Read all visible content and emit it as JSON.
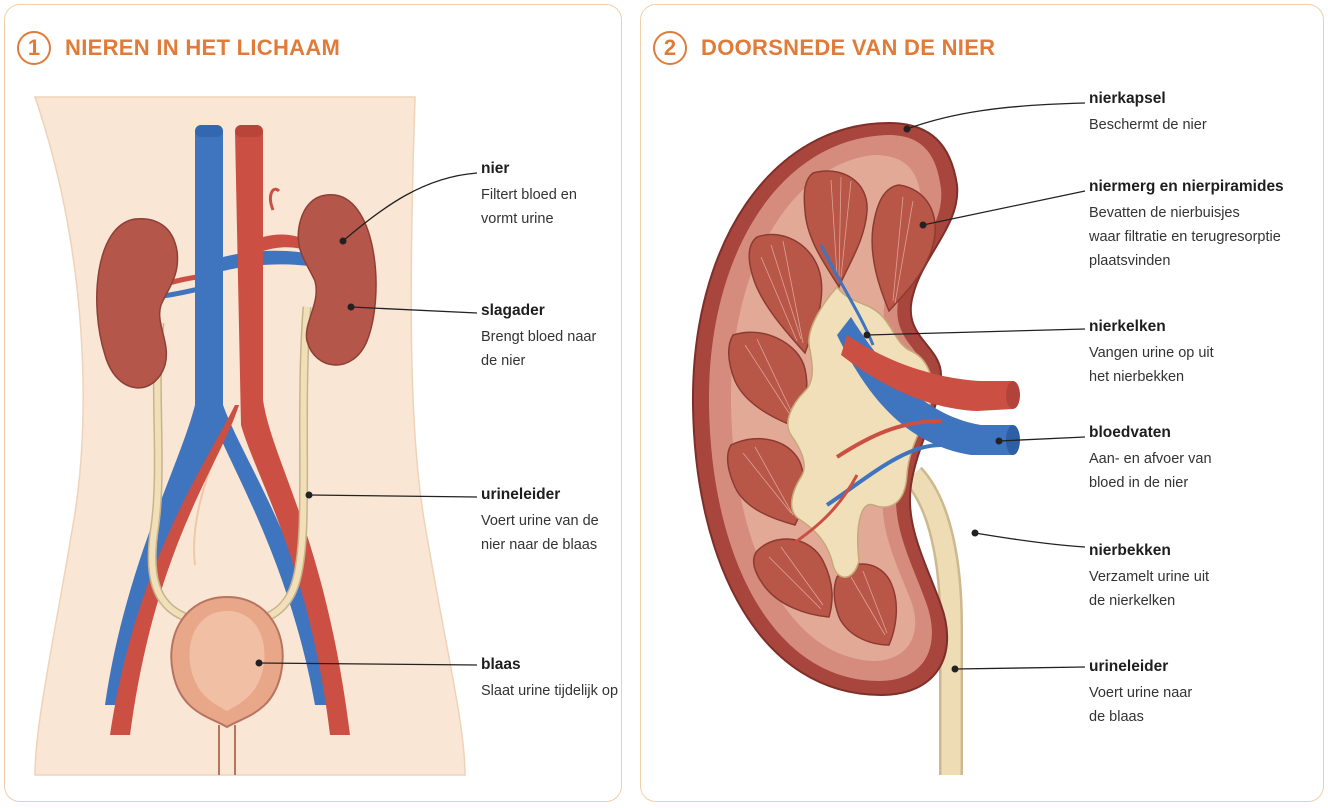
{
  "panels": [
    {
      "number": "1",
      "title": "NIEREN IN HET LICHAAM",
      "labels": [
        {
          "name": "nier",
          "desc": "Filtert bloed en\nvormt urine"
        },
        {
          "name": "slagader",
          "desc": "Brengt bloed naar\nde nier"
        },
        {
          "name": "urineleider",
          "desc": "Voert urine van de\nnier naar de blaas"
        },
        {
          "name": "blaas",
          "desc": "Slaat urine tijdelijk op"
        }
      ]
    },
    {
      "number": "2",
      "title": "DOORSNEDE VAN DE NIER",
      "labels": [
        {
          "name": "nierkapsel",
          "desc": "Beschermt de nier"
        },
        {
          "name": "niermerg en nierpiramides",
          "desc": "Bevatten de nierbuisjes\nwaar filtratie en terugresorptie\nplaatsvinden"
        },
        {
          "name": "nierkelken",
          "desc": "Vangen urine op uit\nhet nierbekken"
        },
        {
          "name": "bloedvaten",
          "desc": "Aan- en afvoer van\nbloed in de nier"
        },
        {
          "name": "nierbekken",
          "desc": "Verzamelt urine uit\nde nierkelken"
        },
        {
          "name": "urineleider",
          "desc": "Voert urine naar\nde blaas"
        }
      ]
    }
  ],
  "colors": {
    "accent": "#e07b39",
    "vein": "#3f74bf",
    "artery": "#cc4f43",
    "kidney": "#b5564a",
    "ureter": "#ecd9ae",
    "skin": "#f9e6d4"
  }
}
